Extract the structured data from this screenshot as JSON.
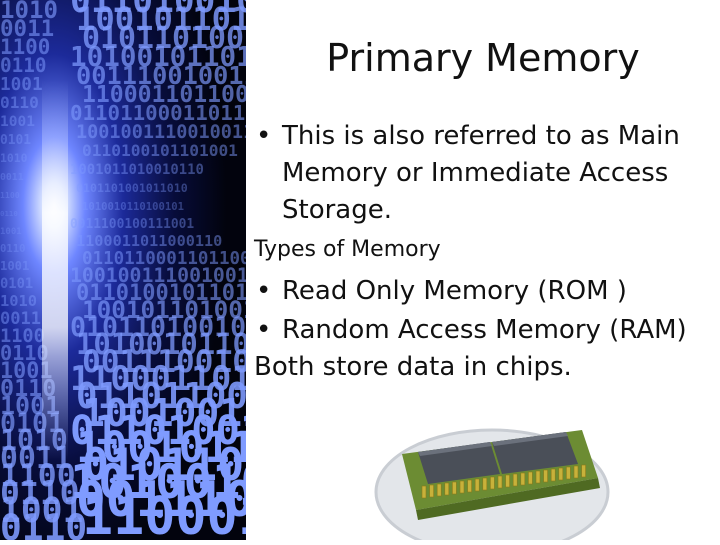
{
  "slide": {
    "title": "Primary Memory",
    "bullets_top": [
      "This is also referred to as Main Memory or Immediate Access Storage."
    ],
    "subheading": "Types of Memory",
    "bullets_types": [
      "Read Only Memory (ROM )",
      "Random Access Memory (RAM)"
    ],
    "closing": "Both store data in chips.",
    "bullet_glyph": "•"
  },
  "side_art": {
    "binary_rows": [
      "0110100101101001",
      "1001011010010110",
      "0101101001011010",
      "1010010110100101",
      "0011100100111001",
      "1100011011000110",
      "0110110001101100",
      "1001001110010011"
    ]
  },
  "colors": {
    "glow": "#e8f1ff",
    "digits": "#7f9bff",
    "deep": "#050926",
    "chip_body": "#4a4f58",
    "chip_pins": "#c8b13a",
    "chip_board": "#6c8c33"
  },
  "icons": [
    "binary-tunnel-image",
    "memory-chip-image"
  ]
}
